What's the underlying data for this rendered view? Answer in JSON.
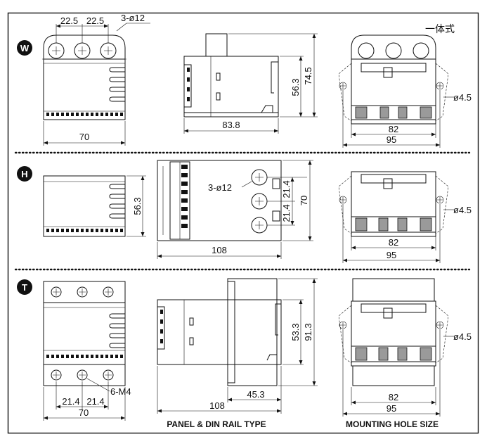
{
  "corner_note": "一体式",
  "captions": {
    "left": "PANEL & DIN RAIL TYPE",
    "right": "MOUNTING HOLE SIZE"
  },
  "sections": [
    {
      "id": "W",
      "badge": "W",
      "dims": {
        "pitch1": "22.5",
        "pitch2": "22.5",
        "holes": "3-ø12",
        "width": "70",
        "side_h1": "56.3",
        "side_h2": "74.5",
        "side_w": "83.8",
        "mount_hole": "ø4.5",
        "mount_w1": "82",
        "mount_w2": "95"
      }
    },
    {
      "id": "H",
      "badge": "H",
      "dims": {
        "front_h": "56.3",
        "holes": "3-ø12",
        "gap1": "21.4",
        "gap2": "21.4",
        "height": "70",
        "width": "108",
        "mount_hole": "ø4.5",
        "mount_w1": "82",
        "mount_w2": "95"
      }
    },
    {
      "id": "T",
      "badge": "T",
      "dims": {
        "screws": "6-M4",
        "gap1": "21.4",
        "gap2": "21.4",
        "width": "70",
        "side_w": "108",
        "side_d": "45.3",
        "side_h1": "53.3",
        "side_h2": "91.3",
        "mount_hole": "ø4.5",
        "mount_w1": "82",
        "mount_w2": "95"
      }
    }
  ]
}
